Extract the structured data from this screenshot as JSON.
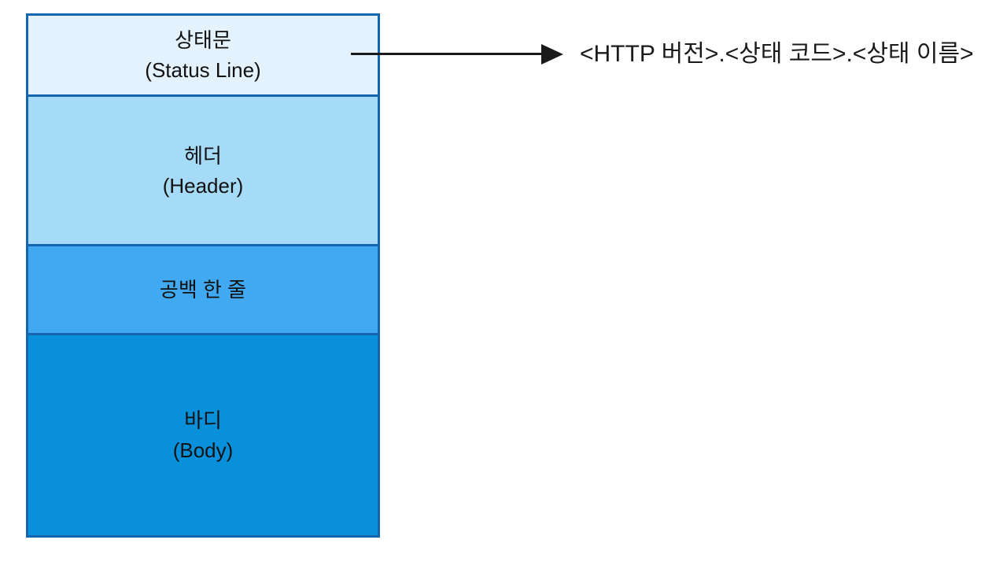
{
  "stack": {
    "border_color": "#1464AE",
    "sections": [
      {
        "label_ko": "상태문",
        "label_en": "(Status Line)",
        "fill": "#E3F2FC"
      },
      {
        "label_ko": "헤더",
        "label_en": "(Header)",
        "fill": "#A6DBF8"
      },
      {
        "label_ko": "공백 한 줄",
        "label_en": "",
        "fill": "#41A9F1"
      },
      {
        "label_ko": "바디",
        "label_en": "(Body)",
        "fill": "#0990DB"
      }
    ]
  },
  "annotation": {
    "text": "<HTTP 버전>.<상태 코드>.<상태 이름>",
    "arrow_color": "#1a1a1a"
  }
}
